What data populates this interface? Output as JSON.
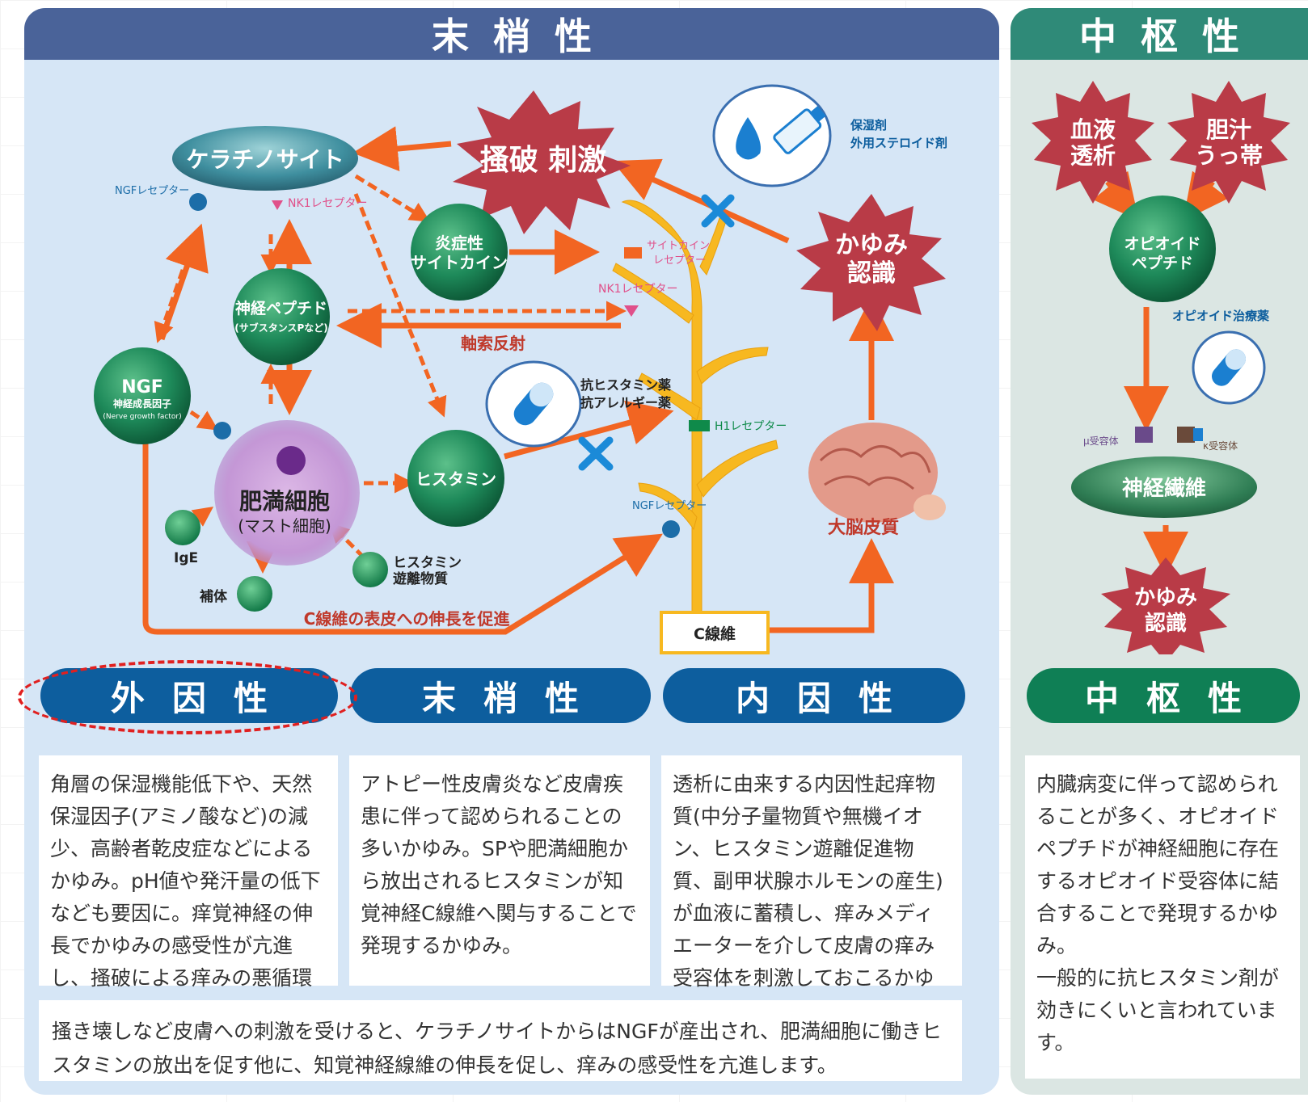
{
  "headers": {
    "peripheral": "末梢性",
    "central": "中枢性"
  },
  "colors": {
    "peripheral_header": "#4a6399",
    "central_header": "#2f8a78",
    "peripheral_bg": "#d6e6f6",
    "central_bg": "#dbe6e3",
    "arrow": "#f26522",
    "burst": "#b93b47",
    "sphere": "#1e8a5a",
    "nerve": "#f7b820",
    "highlight_oval": "#e02020"
  },
  "peripheral_diagram": {
    "keratinocyte": "ケラチノサイト",
    "scratch_stimulus": "搔破 刺激",
    "itch_perception": [
      "かゆみ",
      "認識"
    ],
    "moisturizer_label": [
      "保湿剤",
      "外用ステロイド剤"
    ],
    "ngf_receptor_top": "NGFレセプター",
    "nk1_receptor_top": "NK1レセプター",
    "inflammatory_cytokine": [
      "炎症性",
      "サイトカイン"
    ],
    "cytokine_receptor": [
      "サイトカイン",
      "レセプター"
    ],
    "nk1_receptor_mid": "NK1レセプター",
    "neuropeptide": [
      "神経ペプチド",
      "(サブスタンスPなど)"
    ],
    "axon_reflex": "軸索反射",
    "ngf": [
      "NGF",
      "神経成長因子",
      "(Nerve growth factor)"
    ],
    "antihistamine_label": [
      "抗ヒスタミン薬",
      "抗アレルギー薬"
    ],
    "h1_receptor": "H1レセプター",
    "histamine": "ヒスタミン",
    "mast_cell": [
      "肥満細胞",
      "(マスト細胞)"
    ],
    "ige": "IgE",
    "complement": "補体",
    "histamine_releaser": [
      "ヒスタミン",
      "遊離物質"
    ],
    "ngf_receptor_bottom": "NGFレセプター",
    "c_fiber_extension": "C線維の表皮への伸長を促進",
    "c_fiber": "C線維",
    "cerebral_cortex": "大脳皮質"
  },
  "central_diagram": {
    "hemodialysis": [
      "血液",
      "透析"
    ],
    "cholestasis": [
      "胆汁",
      "うっ帯"
    ],
    "opioid_peptide": [
      "オピオイド",
      "ペプチド"
    ],
    "opioid_drug": "オピオイド治療薬",
    "mu_receptor": "μ受容体",
    "kappa_receptor": "κ受容体",
    "nerve_fiber": "神経繊維",
    "itch_perception": [
      "かゆみ",
      "認識"
    ]
  },
  "categories": [
    {
      "label": "外因性",
      "text": "角層の保湿機能低下や、天然保湿因子(アミノ酸など)の減少、高齢者乾皮症などによるかゆみ。pH値や発汗量の低下なども要因に。痒覚神経の伸長でかゆみの感受性が亢進し、搔破による痒みの悪循環を起こします。"
    },
    {
      "label": "末梢性",
      "text": "アトピー性皮膚炎など皮膚疾患に伴って認められることの多いかゆみ。SPや肥満細胞から放出されるヒスタミンが知覚神経C線維へ関与することで発現するかゆみ。"
    },
    {
      "label": "内因性",
      "text": "透析に由来する内因性起痒物質(中分子量物質や無機イオン、ヒスタミン遊離促進物質、副甲状腺ホルモンの産生)が血液に蓄積し、痒みメディエーターを介して皮膚の痒み受容体を刺激しておこるかゆみ。"
    },
    {
      "label": "中枢性",
      "text": "内臓病変に伴って認められることが多く、オピオイドペプチドが神経細胞に存在するオピオイド受容体に結合することで発現するかゆみ。\n一般的に抗ヒスタミン剤が効きにくいと言われています。"
    }
  ],
  "bottom_note": "搔き壊しなど皮膚への刺激を受けると、ケラチノサイトからはNGFが産出され、肥満細胞に働きヒスタミンの放出を促す他に、知覚神経線維の伸長を促し、痒みの感受性を亢進します。",
  "icons": [
    "water-drop-icon",
    "ointment-tube-icon",
    "capsule-icon",
    "brain-icon",
    "receptor-icon",
    "block-x-icon"
  ]
}
